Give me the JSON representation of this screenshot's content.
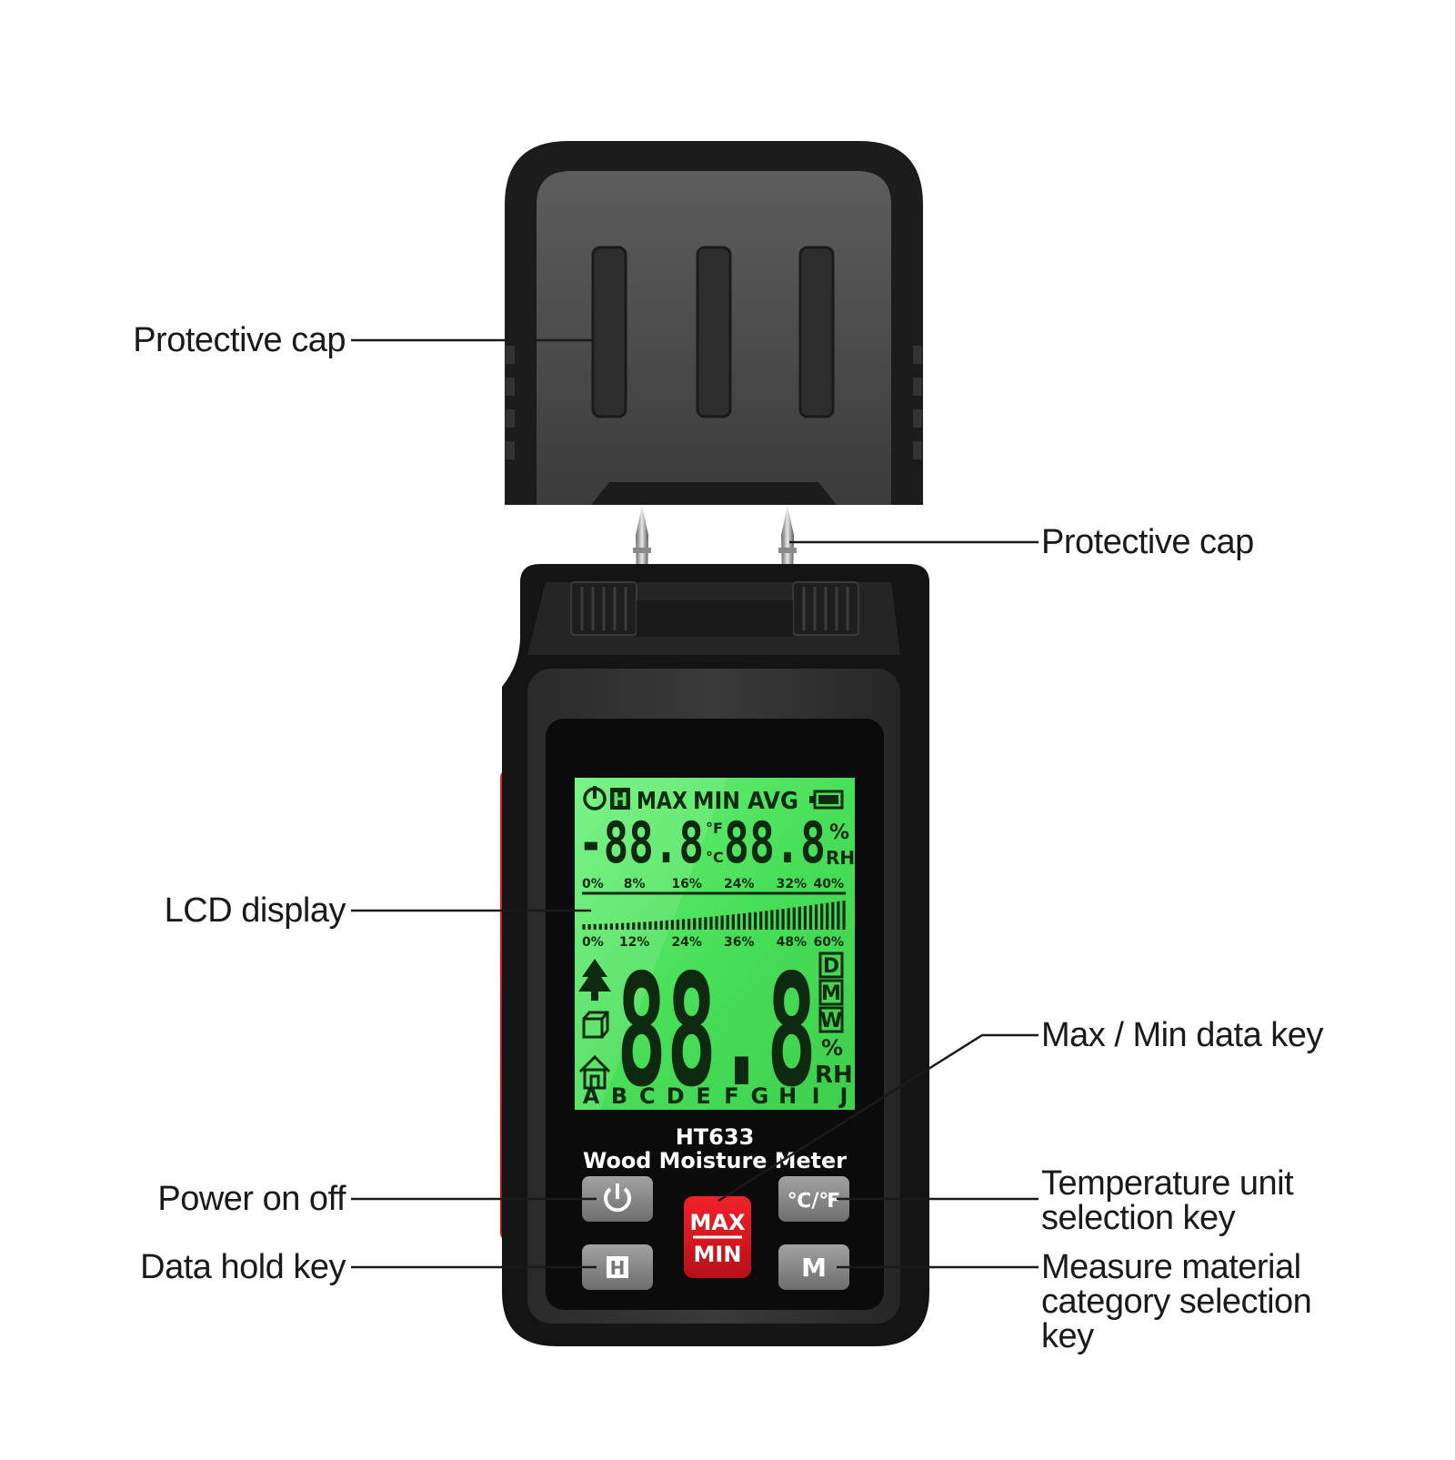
{
  "labels": {
    "protective_cap_top": "Protective cap",
    "protective_cap_probes": "Protective cap",
    "lcd_display": "LCD display",
    "max_min_key": "Max / Min data key",
    "power_on_off": "Power on off",
    "data_hold_key": "Data hold key",
    "temp_unit_key_line1": "Temperature unit",
    "temp_unit_key_line2": "selection key",
    "material_key_line1": "Measure material",
    "material_key_line2": "category selection",
    "material_key_line3": "key"
  },
  "device": {
    "model": "HT633",
    "name": "Wood Moisture Meter",
    "buttons": {
      "hold": "H",
      "maxmin_top": "MAX",
      "maxmin_bottom": "MIN",
      "temp_unit": "℃/℉",
      "mode": "M"
    },
    "colors": {
      "body": "#1b1b1b",
      "accent": "#d4121b",
      "lcd": "#4fe25f",
      "key": "#8a8a8a"
    }
  },
  "lcd": {
    "status": {
      "hold": "H",
      "max": "MAX",
      "min": "MIN",
      "avg": "AVG"
    },
    "temperature": "-88.8",
    "temp_unit_f": "°F",
    "temp_unit_c": "°C",
    "humidity": "88.8",
    "humidity_unit_pct": "%",
    "humidity_unit_rh": "RH",
    "scale_top": [
      "0%",
      "8%",
      "16%",
      "24%",
      "32%",
      "40%"
    ],
    "scale_bottom": [
      "0%",
      "12%",
      "24%",
      "36%",
      "48%",
      "60%"
    ],
    "main_reading": "88.8",
    "modes": [
      "D",
      "M",
      "W"
    ],
    "main_unit_pct": "%",
    "main_unit_rh": "RH",
    "material_groups": [
      "A",
      "B",
      "C",
      "D",
      "E",
      "F",
      "G",
      "H",
      "I",
      "J"
    ]
  }
}
